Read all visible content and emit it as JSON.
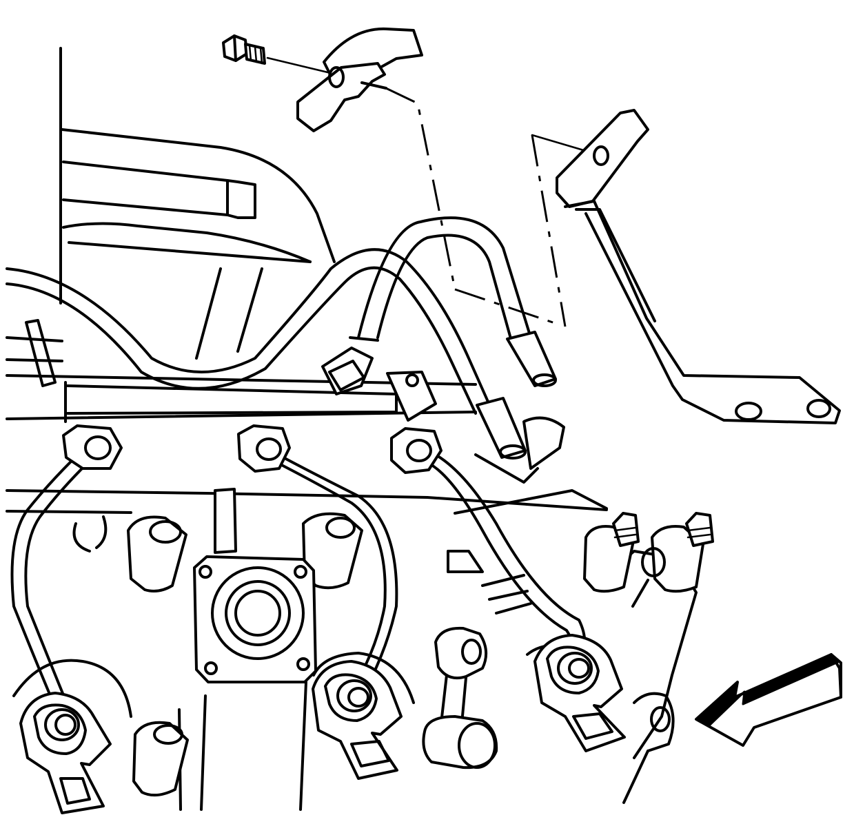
{
  "diagram": {
    "parts": [
      {
        "id": "bolt",
        "icon": "bolt-icon"
      },
      {
        "id": "fuel-pipe-clip",
        "icon": "clip-icon"
      },
      {
        "id": "fuel-line-bracket",
        "icon": "bracket-icon"
      },
      {
        "id": "fuel-injection-lines",
        "icon": "pipe-icon"
      },
      {
        "id": "fuel-injectors",
        "icon": "injector-icon"
      },
      {
        "id": "cylinder-head",
        "icon": "engine-icon"
      },
      {
        "id": "view-arrow",
        "icon": "arrow-icon"
      }
    ],
    "colors": {
      "stroke": "#000000",
      "background": "#ffffff"
    }
  }
}
